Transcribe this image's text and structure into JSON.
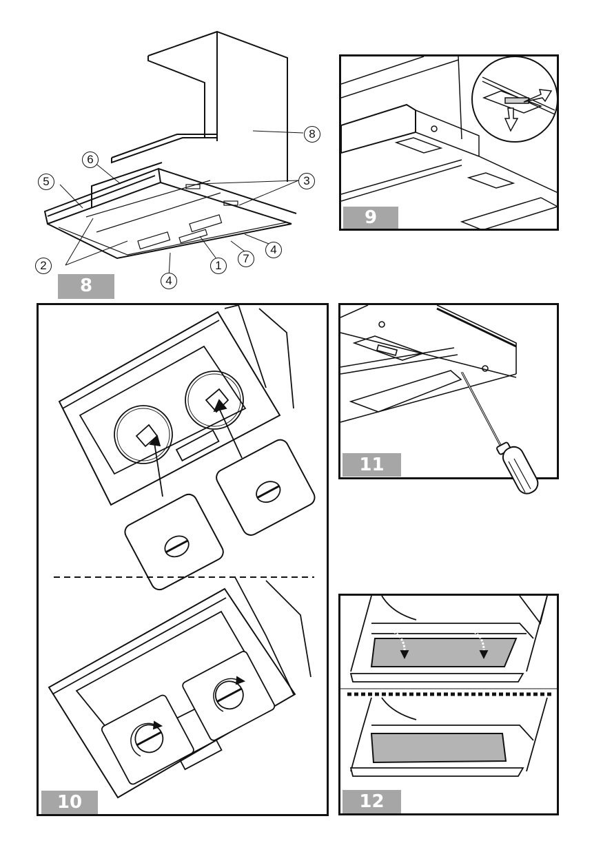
{
  "figures": [
    {
      "number": "8",
      "description": "Extractor hood overview with numbered components",
      "callouts": [
        "1",
        "2",
        "3",
        "4",
        "5",
        "6",
        "7",
        "8"
      ]
    },
    {
      "number": "9",
      "description": "Releasing the grease filter catch (detail inset with arrows)"
    },
    {
      "number": "10",
      "description": "Fitting activated carbon filters onto fan housings and turning them clockwise"
    },
    {
      "number": "11",
      "description": "Levering the lamp cover with a screwdriver"
    },
    {
      "number": "12",
      "description": "Inserting and folding the activated carbon filter mat"
    }
  ],
  "colors": {
    "badge": "#a6a6a6",
    "line": "#111111",
    "filter_fill": "#b4b4b4"
  }
}
